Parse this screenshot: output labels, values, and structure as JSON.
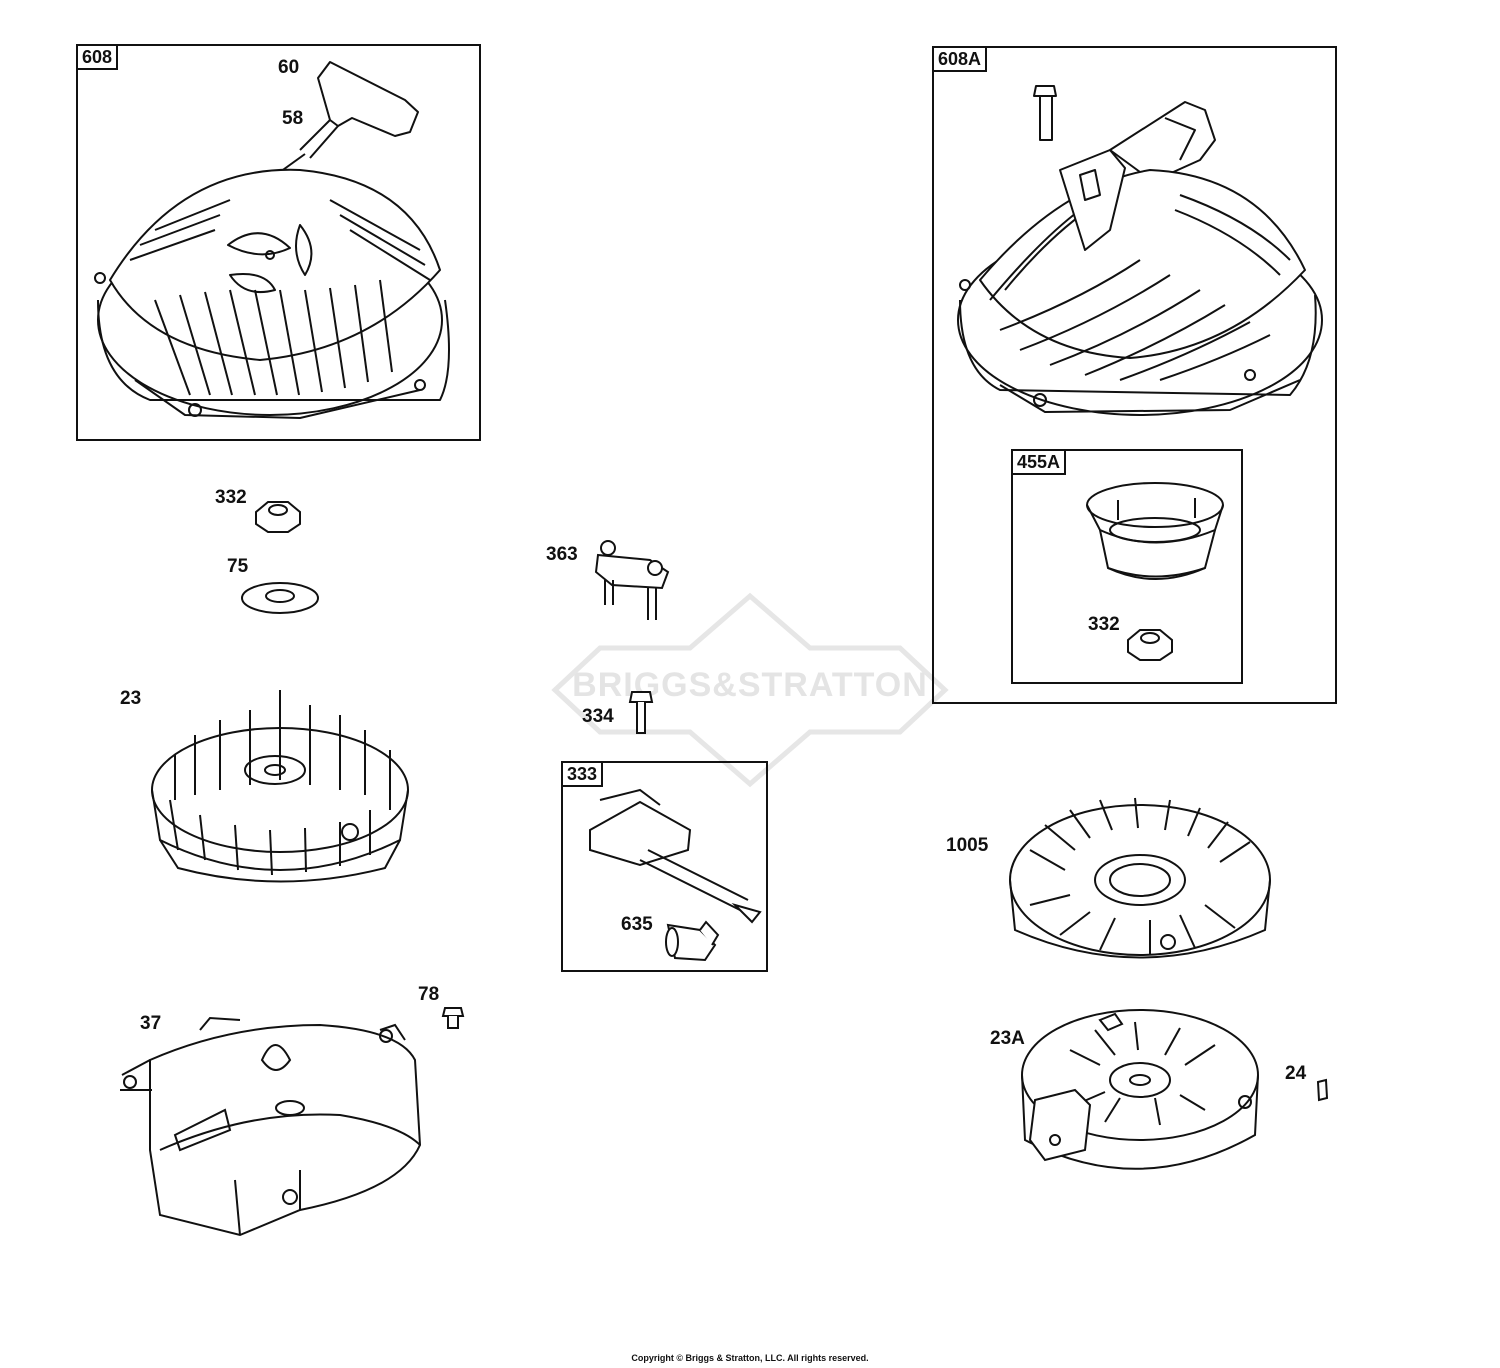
{
  "callouts": {
    "p60": "60",
    "p58": "58",
    "p332a": "332",
    "p75": "75",
    "p23": "23",
    "p363": "363",
    "p334": "334",
    "p635": "635",
    "p332b": "332",
    "p1005": "1005",
    "p78": "78",
    "p37": "37",
    "p23a": "23A",
    "p24": "24"
  },
  "kits": {
    "k608": "608",
    "k608a": "608A",
    "k455a": "455A",
    "k333": "333"
  },
  "watermark": "BRIGGS&STRATTON",
  "copyright": "Copyright © Briggs & Stratton, LLC. All rights reserved.",
  "colors": {
    "line": "#111111",
    "watermark": "#e4e4e4",
    "background": "#ffffff"
  }
}
